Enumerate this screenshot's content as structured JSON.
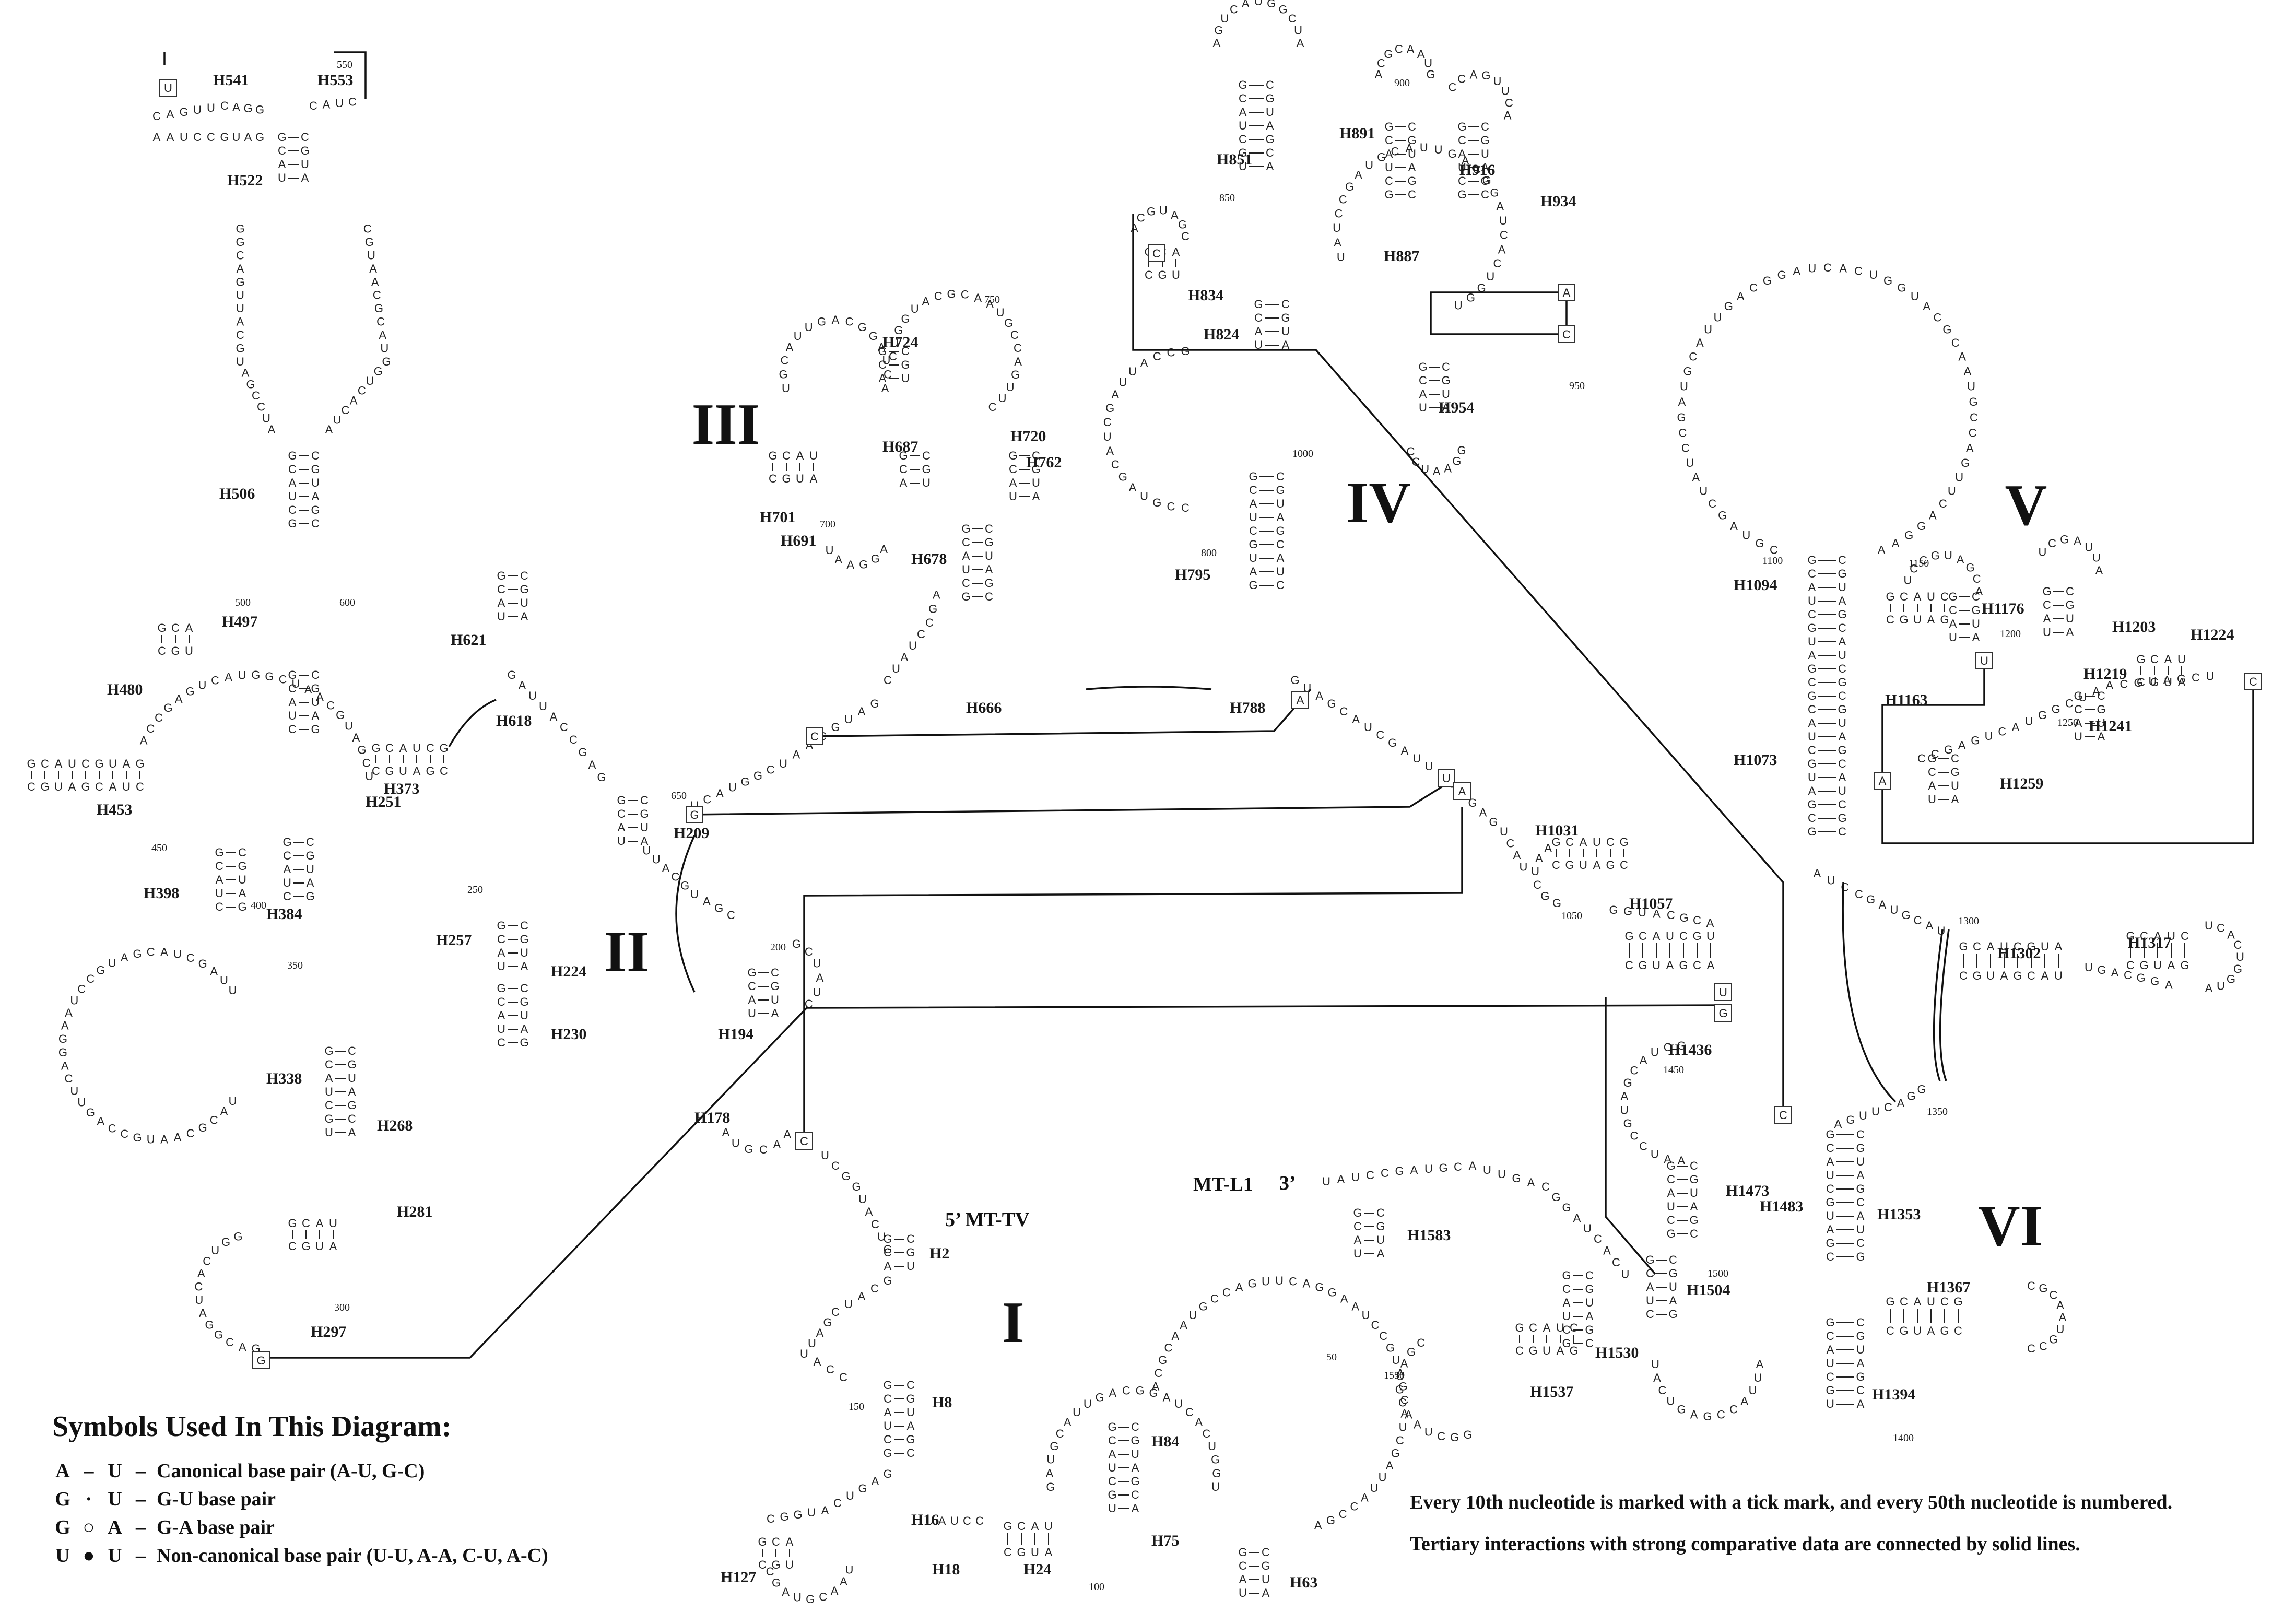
{
  "domains": [
    "I",
    "II",
    "III",
    "IV",
    "V",
    "VI"
  ],
  "helices": [
    "H2",
    "H8",
    "H16",
    "H18",
    "H24",
    "H63",
    "H75",
    "H84",
    "H127",
    "H178",
    "H194",
    "H209",
    "H224",
    "H230",
    "H251",
    "H257",
    "H268",
    "H281",
    "H297",
    "H338",
    "H373",
    "H384",
    "H398",
    "H453",
    "H480",
    "H497",
    "H506",
    "H522",
    "H541",
    "H553",
    "H618",
    "H621",
    "H666",
    "H678",
    "H687",
    "H691",
    "H701",
    "H720",
    "H724",
    "H762",
    "H788",
    "H795",
    "H824",
    "H834",
    "H851",
    "H887",
    "H891",
    "H916",
    "H934",
    "H954",
    "H1031",
    "H1057",
    "H1073",
    "H1094",
    "H1163",
    "H1176",
    "H1203",
    "H1219",
    "H1224",
    "H1241",
    "H1259",
    "H1302",
    "H1317",
    "H1353",
    "H1367",
    "H1394",
    "H1436",
    "H1473",
    "H1483",
    "H1504",
    "H1530",
    "H1537",
    "H1583"
  ],
  "position_numbers": [
    "50",
    "100",
    "150",
    "200",
    "250",
    "300",
    "350",
    "400",
    "450",
    "500",
    "550",
    "600",
    "650",
    "700",
    "750",
    "800",
    "850",
    "900",
    "950",
    "1000",
    "1050",
    "1100",
    "1150",
    "1200",
    "1250",
    "1300",
    "1350",
    "1400",
    "1450",
    "1500",
    "1550"
  ],
  "ends": {
    "five_prime": "5’ MT-TV",
    "three_prime_label": "MT-L1",
    "three_prime_mark": "3’"
  },
  "legend": {
    "title": "Symbols Used In This Diagram:",
    "rows": [
      {
        "left": "A",
        "mark": "–",
        "right": "U",
        "text": "Canonical base pair (A-U, G-C)"
      },
      {
        "left": "G",
        "mark": "·",
        "right": "U",
        "text": "G-U base pair"
      },
      {
        "left": "G",
        "mark": "○",
        "right": "A",
        "text": "G-A base pair"
      },
      {
        "left": "U",
        "mark": "●",
        "right": "U",
        "text": "Non-canonical base pair (U-U, A-A, C-U, A-C)"
      }
    ]
  },
  "notes": [
    "Every 10th nucleotide is marked with a tick mark, and every 50th nucleotide is numbered.",
    "Tertiary interactions with strong comparative data are connected by solid lines."
  ],
  "tertiary_nucleotides": [
    "C",
    "G",
    "A",
    "U",
    "A",
    "C",
    "U",
    "G",
    "U",
    "A",
    "C",
    "C",
    "G",
    "C",
    "A",
    "C",
    "U"
  ],
  "strand_sample": "GCAUCGAUUACCGAGUCAUGGCUAACGUAGCUAUCCGAUGCAUUGACGGAUCACUGGUACGCAAUGCCAGUUCAGGAAUCCGUA",
  "stem_sample": [
    "G",
    "C",
    "A",
    "U",
    "C",
    "G",
    "U",
    "A",
    "G",
    "C"
  ],
  "stem_sample_pair": [
    "C",
    "G",
    "U",
    "A",
    "G",
    "C",
    "A",
    "U",
    "C",
    "G"
  ]
}
